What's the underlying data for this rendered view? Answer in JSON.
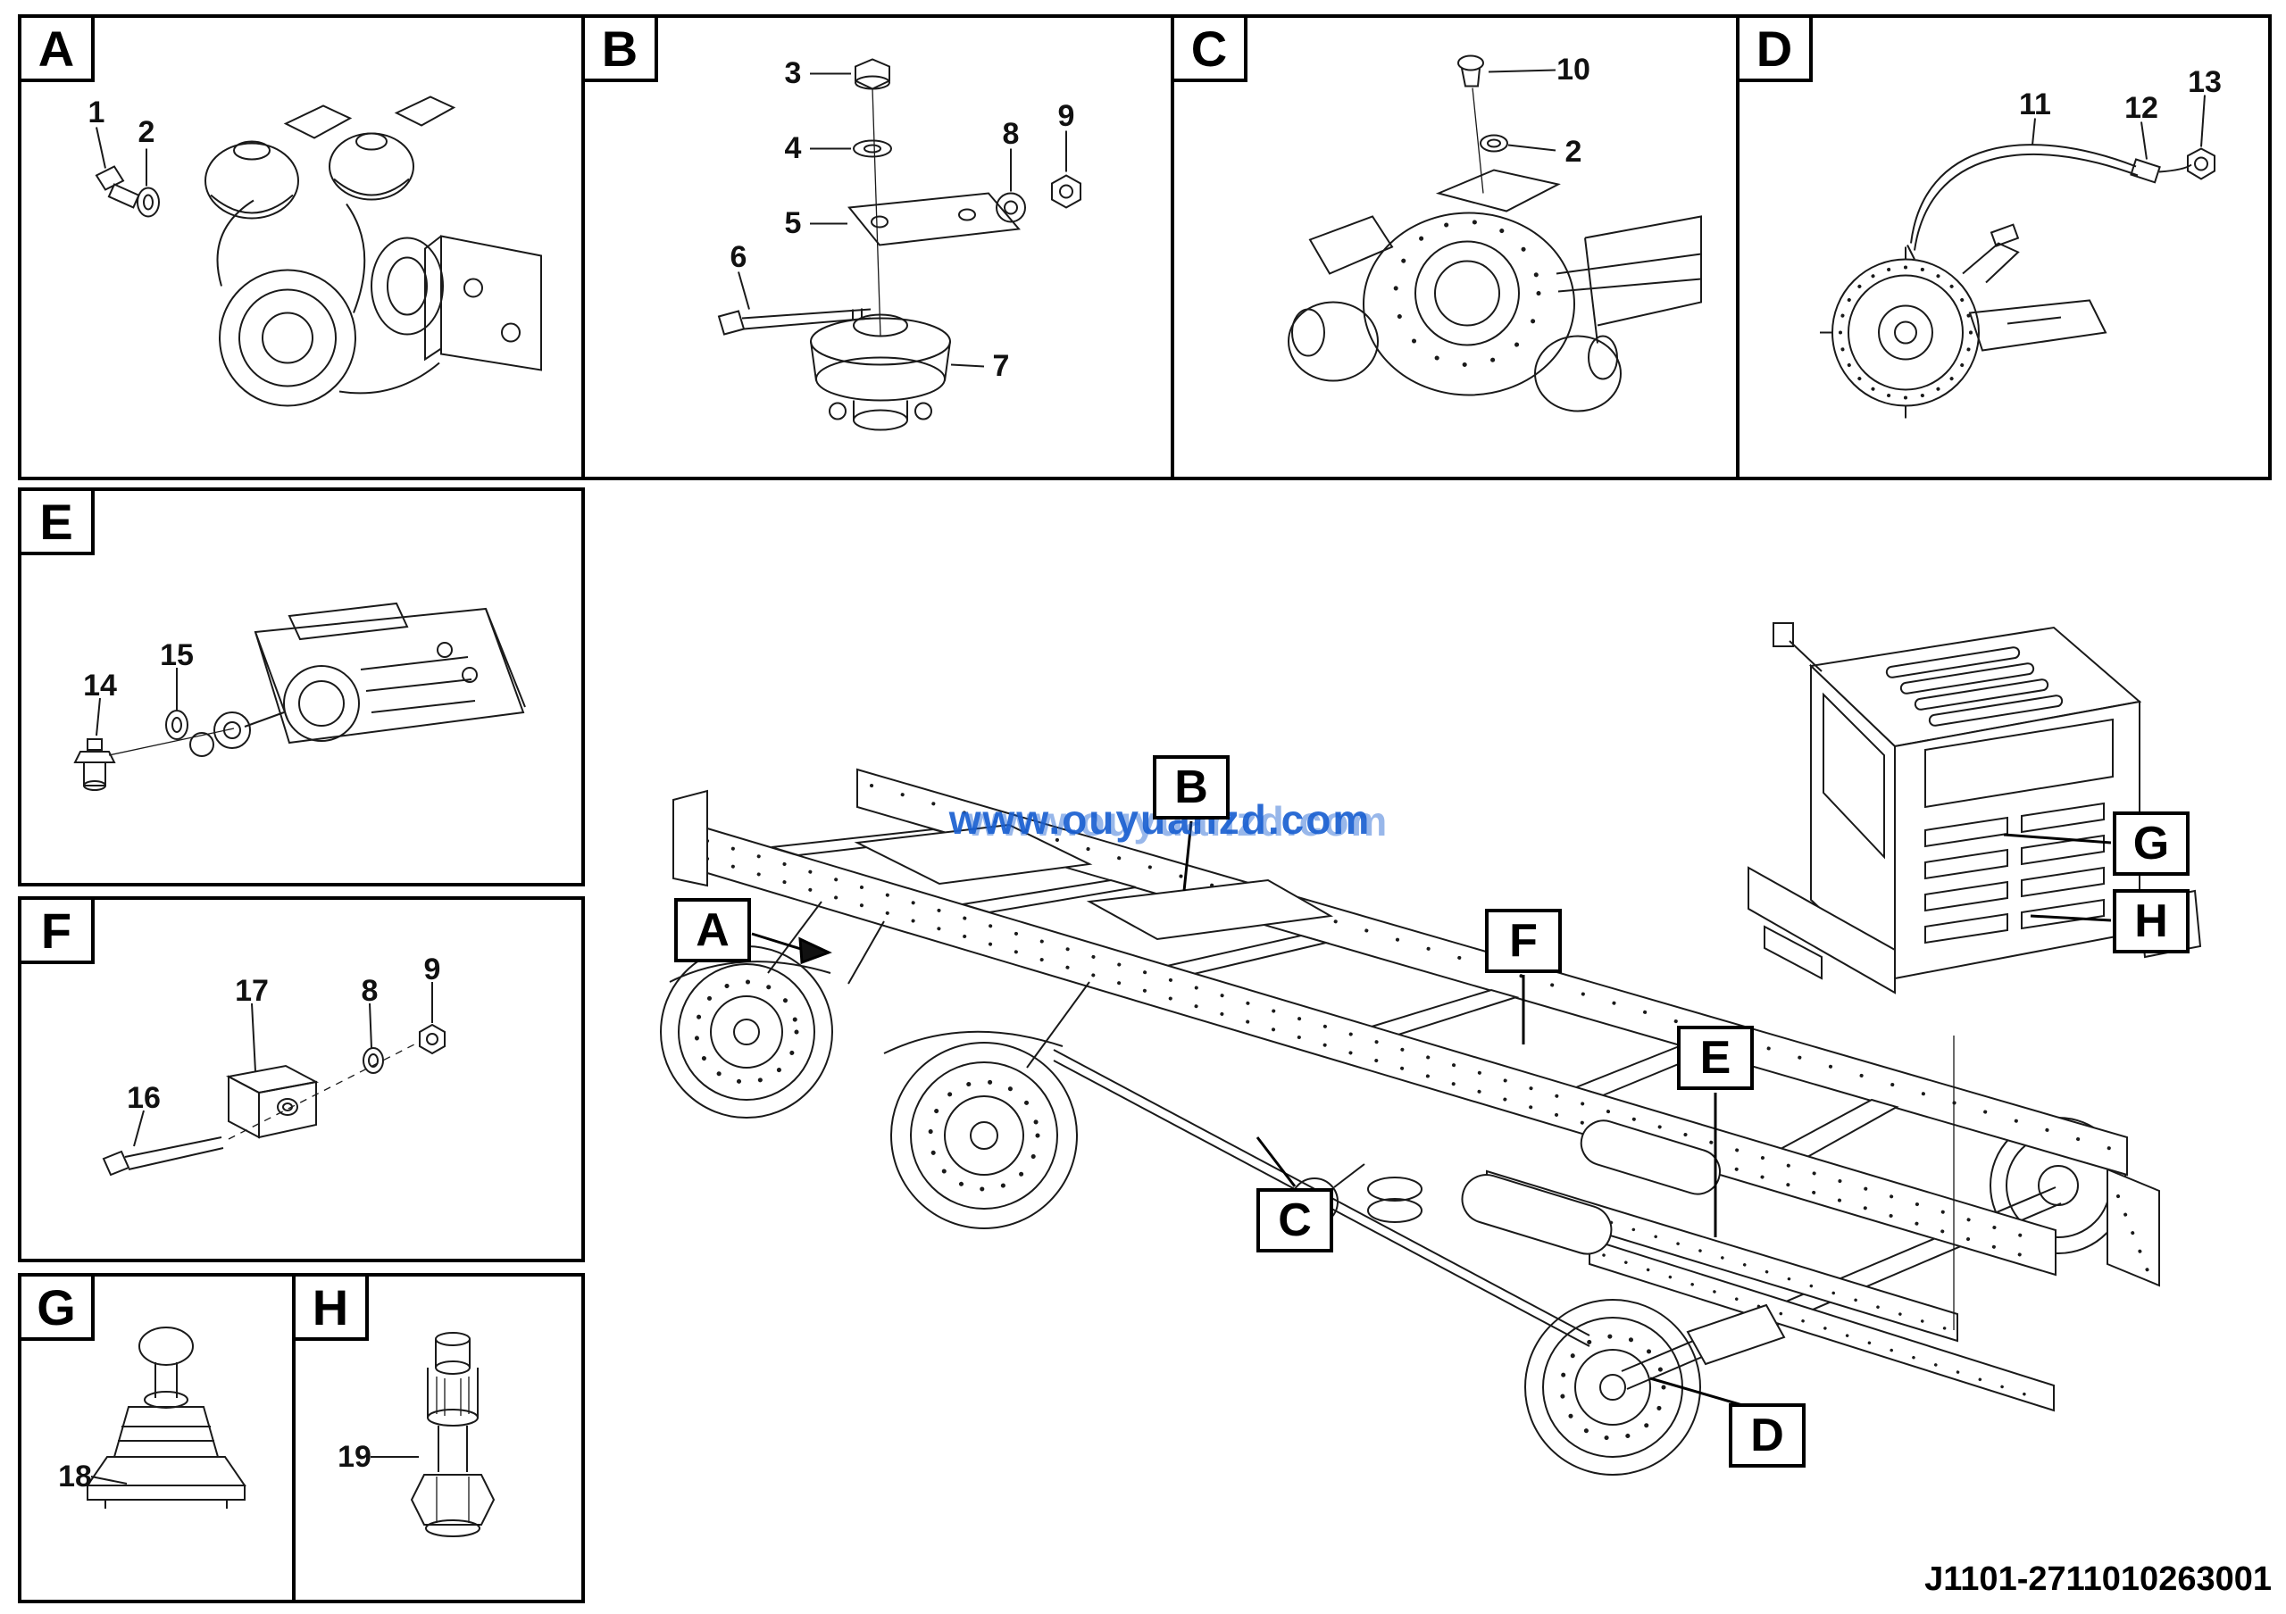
{
  "meta": {
    "watermark": "www.ouyuanzd.com",
    "part_code": "J1101-2711010263001"
  },
  "panels": {
    "A": {
      "letter": "A",
      "callouts": {
        "c1": "1",
        "c2": "2"
      }
    },
    "B": {
      "letter": "B",
      "callouts": {
        "c3": "3",
        "c4": "4",
        "c5": "5",
        "c6": "6",
        "c7": "7",
        "c8": "8",
        "c9": "9"
      }
    },
    "C": {
      "letter": "C",
      "callouts": {
        "c10": "10",
        "c2": "2"
      }
    },
    "D": {
      "letter": "D",
      "callouts": {
        "c11": "11",
        "c12": "12",
        "c13": "13"
      }
    },
    "E": {
      "letter": "E",
      "callouts": {
        "c14": "14",
        "c15": "15"
      }
    },
    "F": {
      "letter": "F",
      "callouts": {
        "c16": "16",
        "c17": "17",
        "c8": "8",
        "c9": "9"
      }
    },
    "G": {
      "letter": "G",
      "callouts": {
        "c18": "18"
      }
    },
    "H": {
      "letter": "H",
      "callouts": {
        "c19": "19"
      }
    }
  },
  "chassis_labels": {
    "A": "A",
    "B": "B",
    "C": "C",
    "D": "D",
    "E": "E",
    "F": "F",
    "G": "G",
    "H": "H"
  }
}
